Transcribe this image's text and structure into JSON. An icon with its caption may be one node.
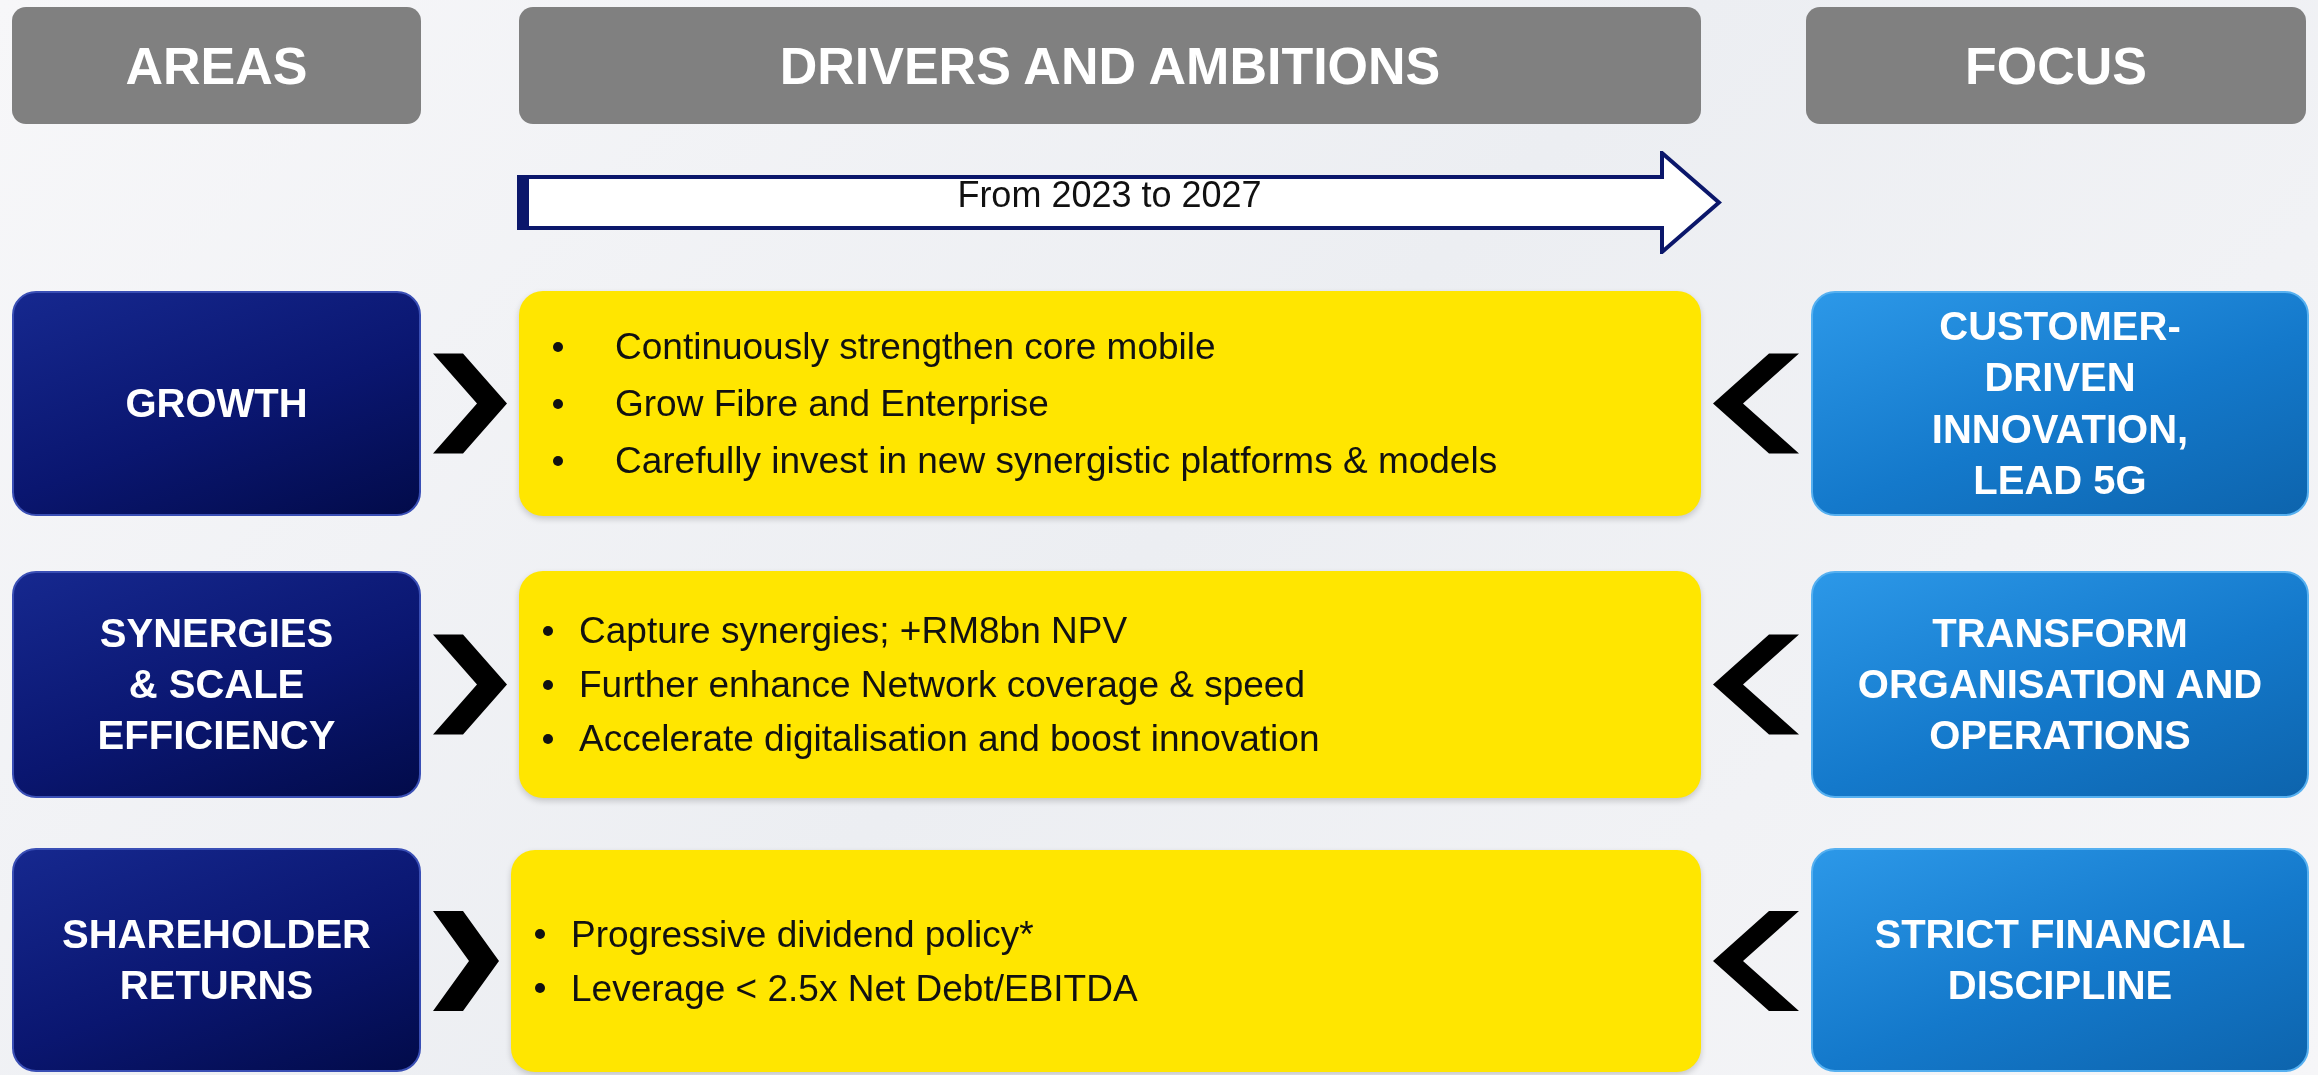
{
  "diagram": {
    "nodes": [
      {
        "text": [
          "AREAS"
        ]
      },
      {
        "text": [
          "DRIVERS AND AMBITIONS"
        ]
      },
      {
        "text": [
          "FOCUS"
        ]
      },
      {
        "text": [
          "From 2023 to 2027"
        ]
      },
      {
        "text": [
          "GROWTH"
        ]
      },
      {
        "text": [
          "Continuously strengthen core mobile",
          "Grow Fibre and Enterprise",
          "Carefully invest in new synergistic platforms & models"
        ]
      },
      {
        "text": [
          "CUSTOMER-DRIVEN INNOVATION, LEAD 5G"
        ]
      },
      {
        "text": [
          "SYNERGIES & SCALE EFFICIENCY"
        ]
      },
      {
        "text": [
          "Capture synergies; +RM8bn NPV",
          "Further enhance Network coverage & speed",
          "Accelerate digitalisation and boost innovation"
        ]
      },
      {
        "text": [
          "TRANSFORM ORGANISATION AND OPERATIONS"
        ]
      },
      {
        "text": [
          "SHAREHOLDER RETURNS"
        ]
      },
      {
        "text": [
          "Progressive dividend policy*",
          "Leverage < 2.5x Net Debt/EBITDA"
        ]
      },
      {
        "text": [
          "STRICT FINANCIAL DISCIPLINE"
        ]
      }
    ],
    "edges": [
      {
        "from": 4,
        "to": 5,
        "arrow": "to"
      },
      {
        "from": 6,
        "to": 5,
        "arrow": "to"
      },
      {
        "from": 7,
        "to": 8,
        "arrow": "to"
      },
      {
        "from": 9,
        "to": 8,
        "arrow": "to"
      },
      {
        "from": 10,
        "to": 11,
        "arrow": "to"
      },
      {
        "from": 12,
        "to": 11,
        "arrow": "to"
      }
    ]
  }
}
